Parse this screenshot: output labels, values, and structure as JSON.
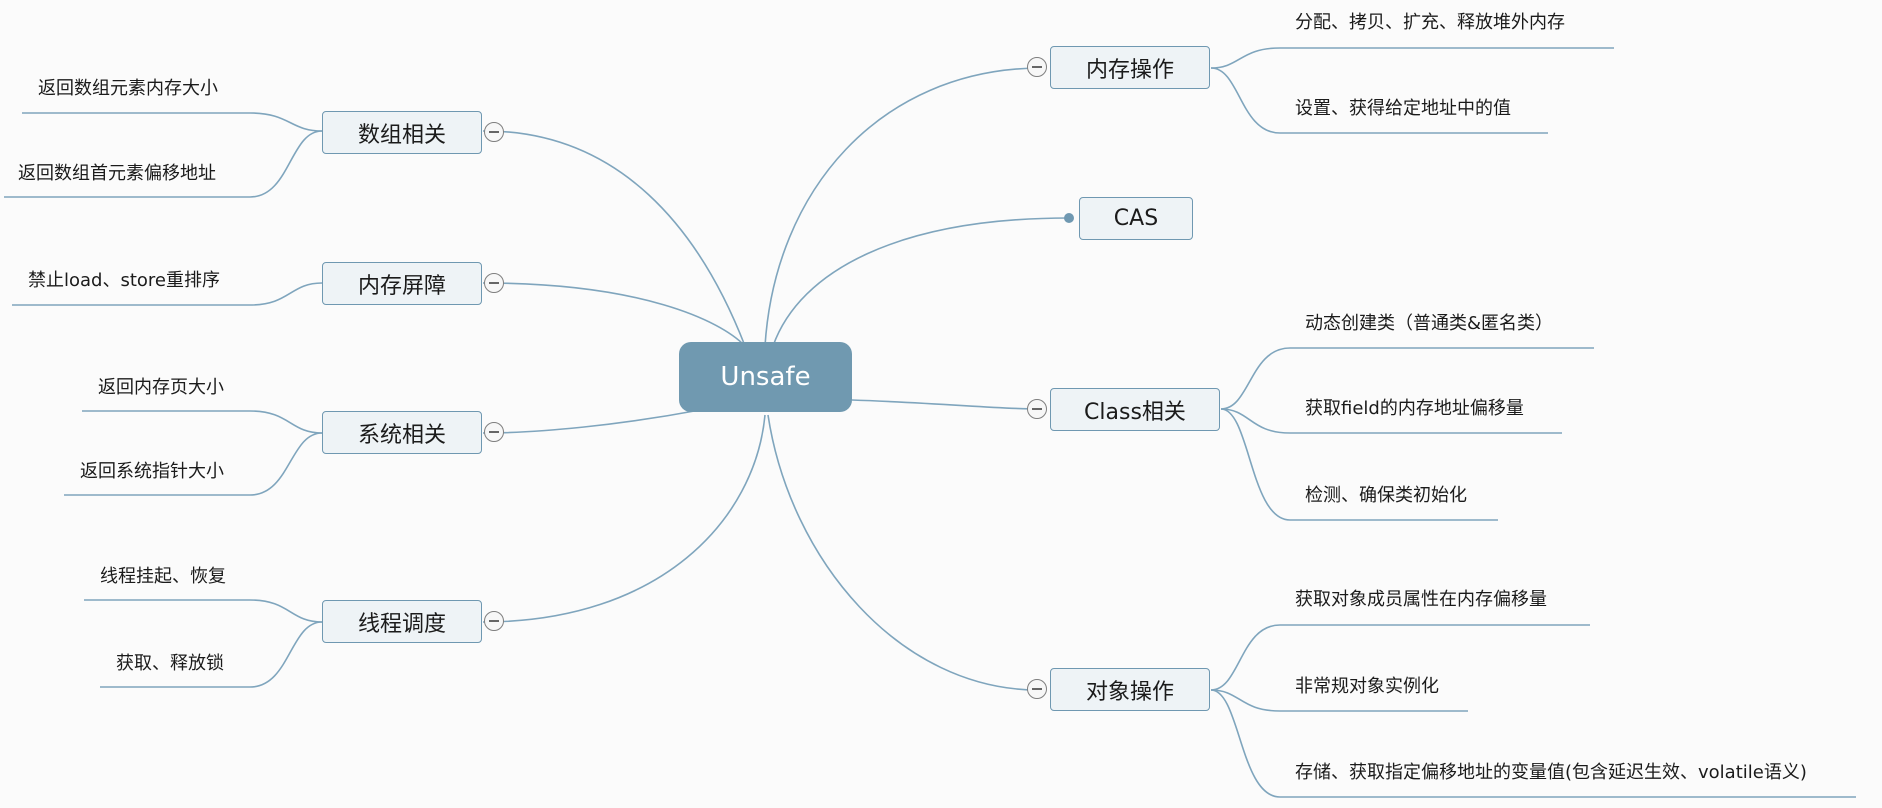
{
  "root": {
    "label": "Unsafe"
  },
  "branches": {
    "array": {
      "label": "数组相关",
      "children": [
        "返回数组元素内存大小",
        "返回数组首元素偏移地址"
      ]
    },
    "barrier": {
      "label": "内存屏障",
      "children": [
        "禁止load、store重排序"
      ]
    },
    "system": {
      "label": "系统相关",
      "children": [
        "返回内存页大小",
        "返回系统指针大小"
      ]
    },
    "thread": {
      "label": "线程调度",
      "children": [
        "线程挂起、恢复",
        "获取、释放锁"
      ]
    },
    "memory": {
      "label": "内存操作",
      "children": [
        "分配、拷贝、扩充、释放堆外内存",
        "设置、获得给定地址中的值"
      ]
    },
    "cas": {
      "label": "CAS"
    },
    "class": {
      "label": "Class相关",
      "children": [
        "动态创建类（普通类&匿名类）",
        "获取field的内存地址偏移量",
        "检测、确保类初始化"
      ]
    },
    "object": {
      "label": "对象操作",
      "children": [
        "获取对象成员属性在内存偏移量",
        "非常规对象实例化",
        "存储、获取指定偏移地址的变量值(包含延迟生效、volatile语义)"
      ]
    }
  },
  "colors": {
    "line": "#7fa5bd",
    "root": "#7099b0",
    "node_border": "#6f98b1",
    "node_fill": "#eef3f6"
  }
}
